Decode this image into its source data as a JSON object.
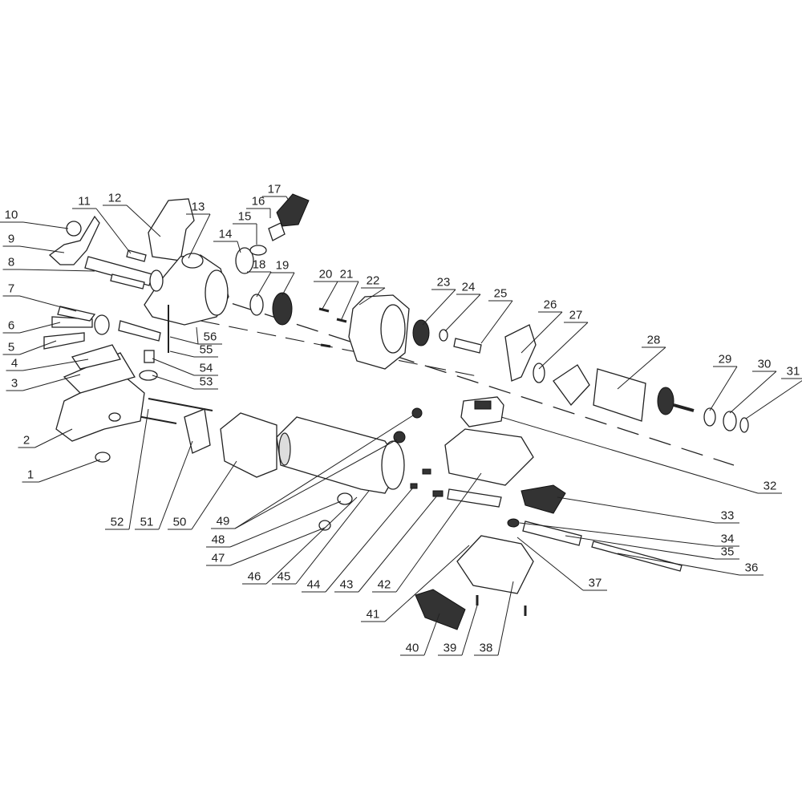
{
  "diagram": {
    "type": "exploded-parts-view",
    "labels": [
      "1",
      "2",
      "3",
      "4",
      "5",
      "6",
      "7",
      "8",
      "9",
      "10",
      "11",
      "12",
      "13",
      "14",
      "15",
      "16",
      "17",
      "18",
      "19",
      "20",
      "21",
      "22",
      "23",
      "24",
      "25",
      "26",
      "27",
      "28",
      "29",
      "30",
      "31",
      "32",
      "33",
      "34",
      "35",
      "36",
      "37",
      "38",
      "39",
      "40",
      "41",
      "42",
      "43",
      "44",
      "45",
      "46",
      "47",
      "48",
      "49",
      "50",
      "51",
      "52",
      "53",
      "54",
      "55",
      "56"
    ]
  }
}
